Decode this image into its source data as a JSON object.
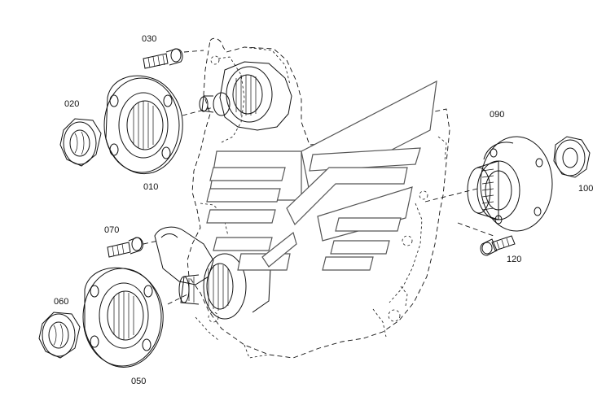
{
  "labels": {
    "p010": "010",
    "p020": "020",
    "p030": "030",
    "p050": "050",
    "p060": "060",
    "p070": "070",
    "p090": "090",
    "p100": "100",
    "p120": "120"
  }
}
